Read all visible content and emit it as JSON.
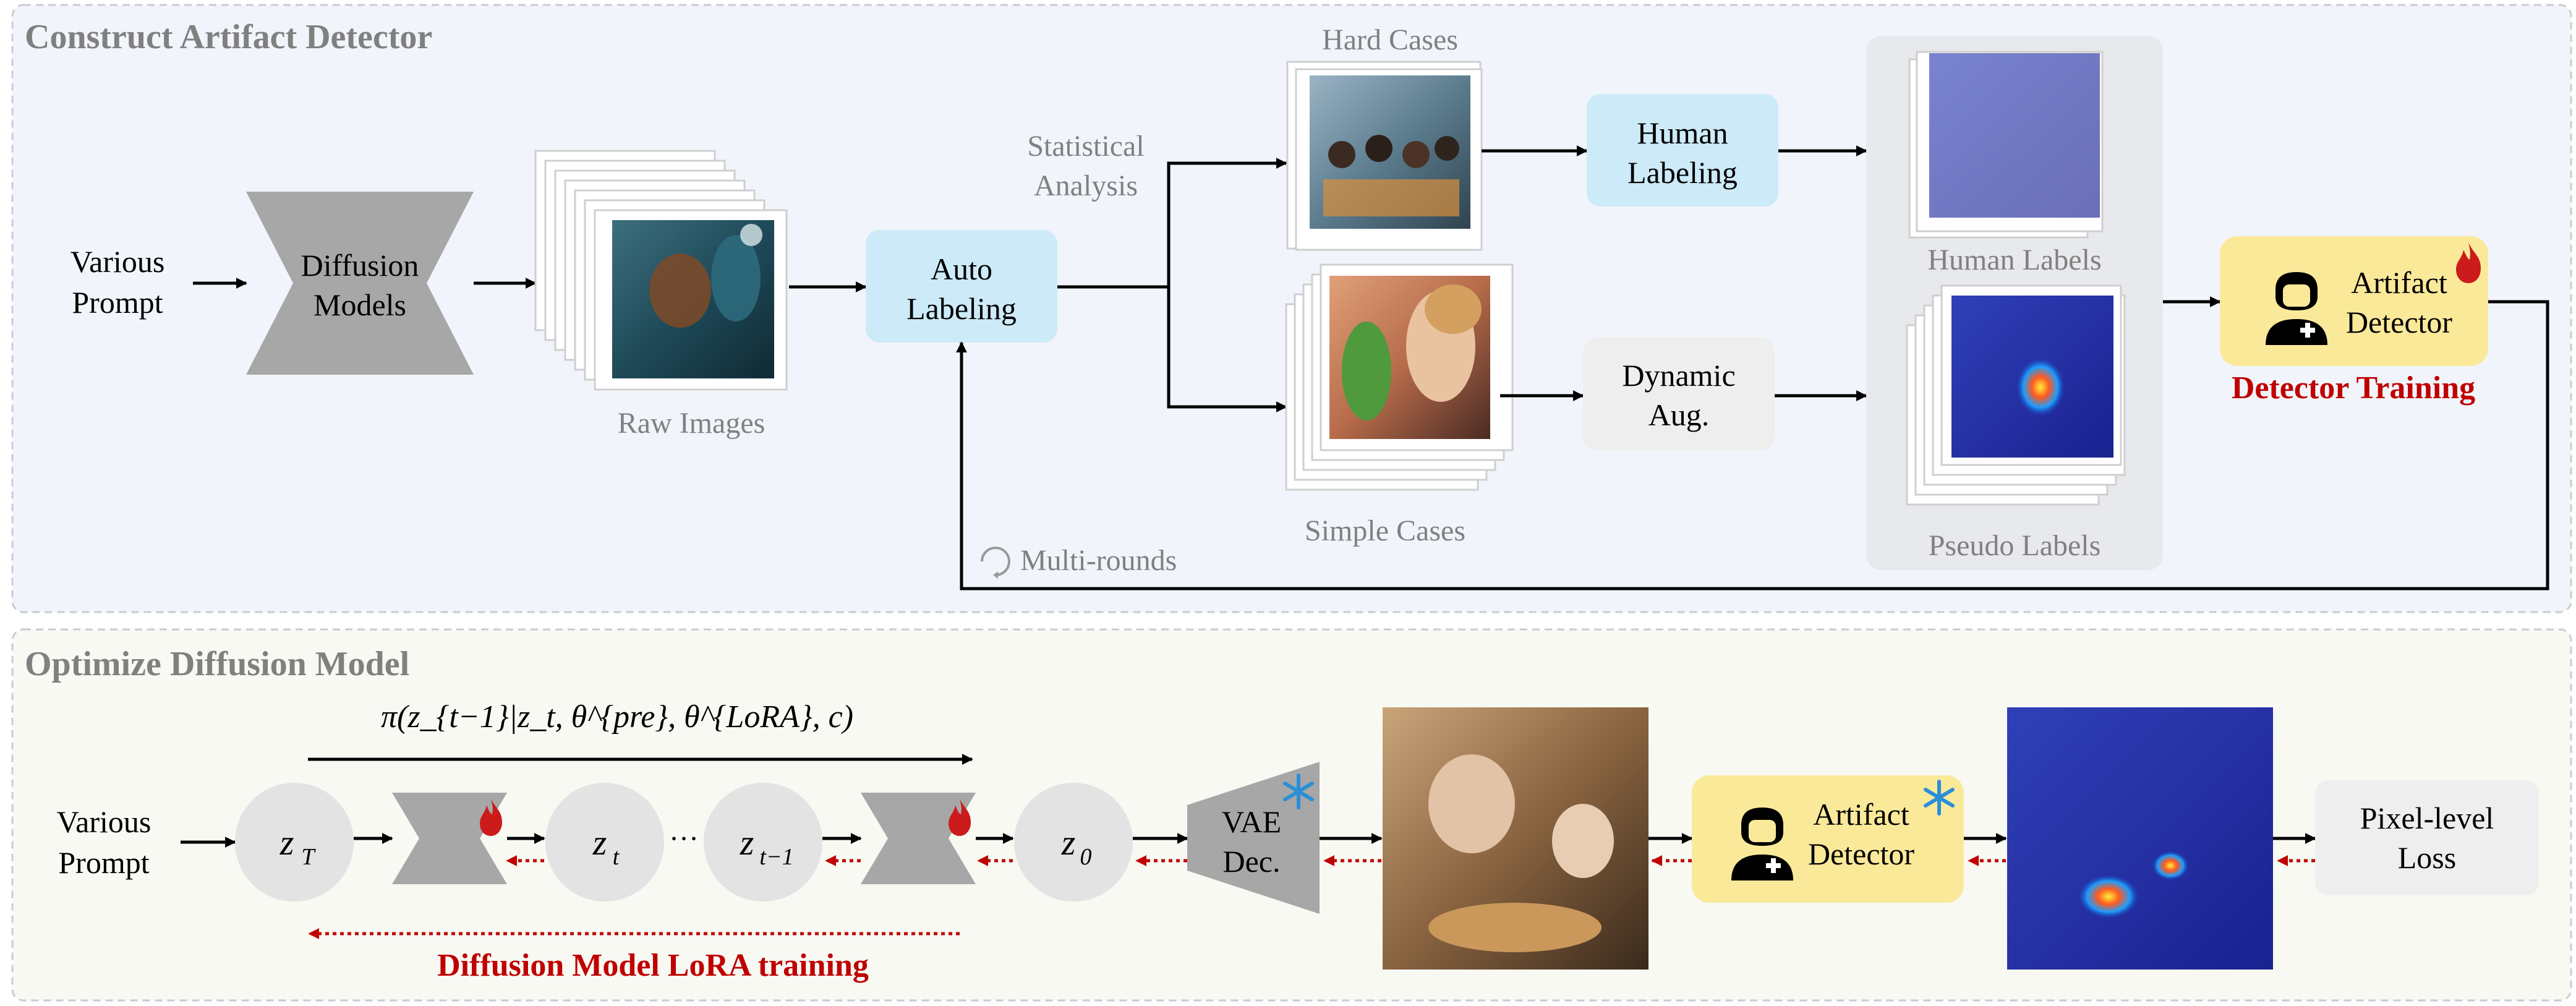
{
  "section_top": {
    "title": "Construct Artifact Detector"
  },
  "section_bottom": {
    "title": "Optimize Diffusion Model"
  },
  "top": {
    "prompt": [
      "Various",
      "Prompt"
    ],
    "diffusion_models": [
      "Diffusion",
      "Models"
    ],
    "raw_images": "Raw Images",
    "statistical_analysis": [
      "Statistical",
      "Analysis"
    ],
    "auto_labeling": [
      "Auto",
      "Labeling"
    ],
    "hard_cases": "Hard Cases",
    "simple_cases": "Simple Cases",
    "human_labeling": [
      "Human",
      "Labeling"
    ],
    "dynamic_aug": [
      "Dynamic",
      "Aug."
    ],
    "human_labels": "Human Labels",
    "pseudo_labels": "Pseudo Labels",
    "artifact_detector": [
      "Artifact",
      "Detector"
    ],
    "detector_training": "Detector Training",
    "multi_rounds": "Multi-rounds"
  },
  "bottom": {
    "prompt": [
      "Various",
      "Prompt"
    ],
    "policy_formula": "π(z_{t−1}|z_t, θ^{pre}, θ^{LoRA}, c)",
    "nodes": {
      "zT": "z",
      "zT_sub": "T",
      "zt": "z",
      "zt_sub": "t",
      "ellipsis": "···",
      "zt1": "z",
      "zt1_sub": "t−1",
      "z0": "z",
      "z0_sub": "0"
    },
    "vae": [
      "VAE",
      "Dec."
    ],
    "artifact_detector": [
      "Artifact",
      "Detector"
    ],
    "pixel_loss": [
      "Pixel-level",
      "Loss"
    ],
    "lora_training": "Diffusion Model LoRA training"
  },
  "colors": {
    "accent_red": "#c00000",
    "panel_top_bg": "#f1f5fb",
    "panel_bottom_bg": "#f7f9f2",
    "auto_label_blue": "#cdeaf8",
    "detector_yellow": "#fbe99a",
    "model_gray": "#a7a7a7",
    "node_gray": "#e3e3e3",
    "soft_gray": "#eeeeee",
    "label_gray": "#808080",
    "snow_blue": "#2a8fd8",
    "fire_red": "#cc1b1b"
  },
  "icons": [
    "fire-icon",
    "snowflake-icon",
    "doctor-icon",
    "refresh-icon"
  ]
}
